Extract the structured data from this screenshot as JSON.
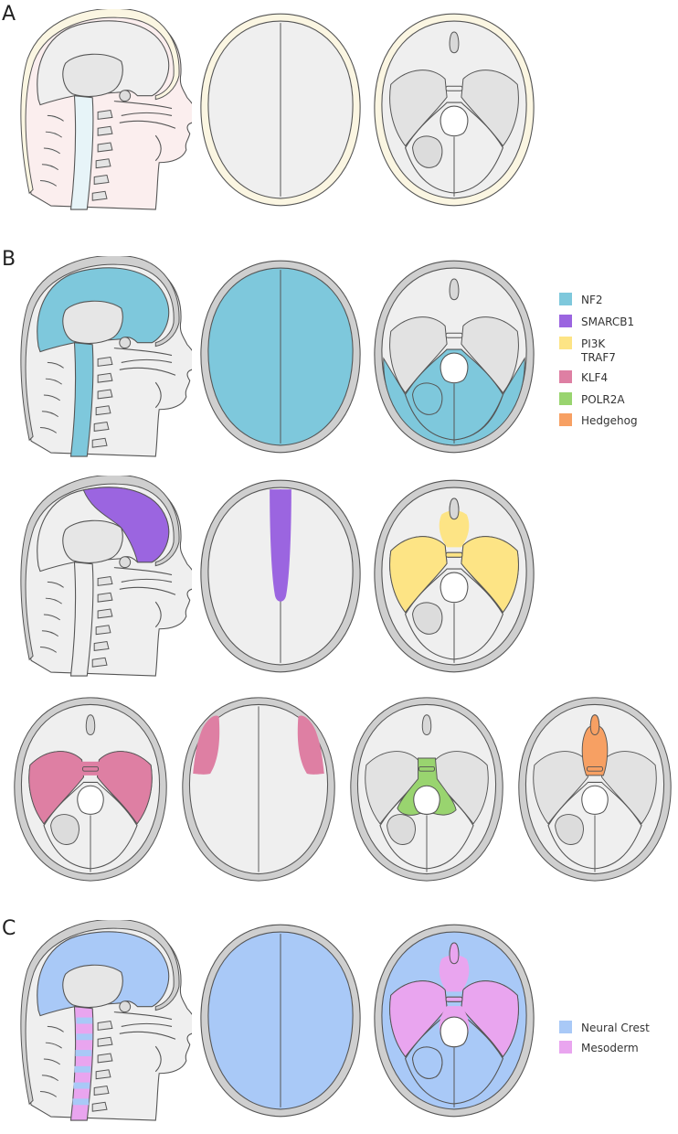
{
  "panels": {
    "a": "A",
    "b": "B",
    "c": "C"
  },
  "colors": {
    "NF2": "#7ec8dc",
    "SMARCB1": "#9b65e0",
    "PI3K_TRAF7": "#fde485",
    "KLF4": "#de7fa3",
    "POLR2A": "#99d46f",
    "Hedgehog": "#f7a063",
    "neural_crest": "#a9c9f7",
    "mesoderm": "#e9a5ef",
    "tissue": "#efefef",
    "skull": "#cfcfcf",
    "bone_panel_a": "#fbf6e2",
    "skin_panel_a": "#fbeeee",
    "spine_panel_a": "#e7f4f8"
  },
  "legend_b": [
    {
      "label": "NF2",
      "color": "#7ec8dc"
    },
    {
      "label": "SMARCB1",
      "color": "#9b65e0"
    },
    {
      "label": "PI3K",
      "label2": "TRAF7",
      "color": "#fde485"
    },
    {
      "label": "KLF4",
      "color": "#de7fa3"
    },
    {
      "label": "POLR2A",
      "color": "#99d46f"
    },
    {
      "label": "Hedgehog",
      "color": "#f7a063"
    }
  ],
  "legend_c": [
    {
      "label": "Neural Crest",
      "color": "#a9c9f7"
    },
    {
      "label": "Mesoderm",
      "color": "#e9a5ef"
    }
  ]
}
